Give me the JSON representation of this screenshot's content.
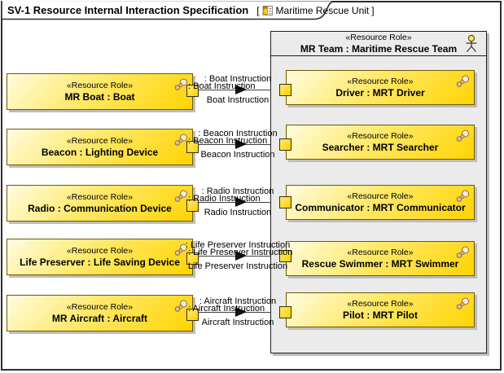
{
  "title": {
    "name": "SV-1 Resource Internal Interaction Specification",
    "bracket_open": "[",
    "context": "Maritime Rescue Unit",
    "bracket_close": "]"
  },
  "stereotype": "«Resource Role»",
  "container": {
    "stereotype": "«Resource Role»",
    "name": "MR Team : Maritime Rescue Team"
  },
  "rows": [
    {
      "source": "MR Boat : Boat",
      "target": "Driver : MRT Driver",
      "label_top": ": Boat Instruction",
      "label_mid": ": Boat Instruction",
      "label_bottom": "Boat Instruction"
    },
    {
      "source": "Beacon : Lighting Device",
      "target": "Searcher : MRT Searcher",
      "label_top": ": Beacon Instruction",
      "label_mid": ": Beacon Instruction",
      "label_bottom": "Beacon Instruction"
    },
    {
      "source": "Radio : Communication Device",
      "target": "Communicator : MRT Communicator",
      "label_top": ": Radio Instruction",
      "label_mid": ": Radio Instruction",
      "label_bottom": "Radio Instruction"
    },
    {
      "source": "Life Preserver : Life Saving Device",
      "target": "Rescue Swimmer : MRT Swimmer",
      "label_top": ": Life Preserver Instruction",
      "label_mid": ": Life Preserver Instruction",
      "label_bottom": "Life Preserver Instruction"
    },
    {
      "source": "MR Aircraft : Aircraft",
      "target": "Pilot : MRT Pilot",
      "label_top": ": Aircraft Instruction",
      "label_mid": ": Aircraft Instruction",
      "label_bottom": "Aircraft Instruction"
    }
  ],
  "colors": {
    "element_fill": "#ffd402",
    "element_border": "#6e5800",
    "container_fill": "#ebebeb",
    "shadow": "#bdbdbd",
    "frame": "#2e2e2e"
  }
}
